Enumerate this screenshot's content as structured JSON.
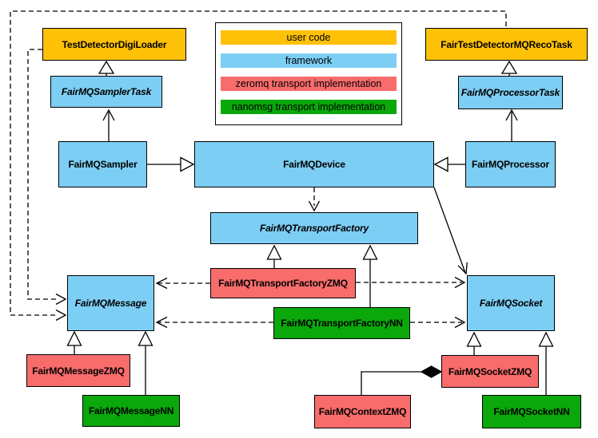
{
  "colors": {
    "user_code": "#FFC107",
    "framework": "#7DCEF4",
    "zeromq": "#F96C6C",
    "nanomsg": "#0AA80A"
  },
  "legend": {
    "items": [
      {
        "label": "user code",
        "category": "user_code"
      },
      {
        "label": "framework",
        "category": "framework"
      },
      {
        "label": "zeromq transport implementation",
        "category": "zeromq"
      },
      {
        "label": "nanomsg transport implementation",
        "category": "nanomsg"
      }
    ]
  },
  "nodes": {
    "test_detector_digi_loader": {
      "label": "TestDetectorDigiLoader",
      "category": "user_code",
      "abstract": false
    },
    "fair_test_detector_mq_reco_task": {
      "label": "FairTestDetectorMQRecoTask",
      "category": "user_code",
      "abstract": false
    },
    "fairmq_sampler_task": {
      "label": "FairMQSamplerTask",
      "category": "framework",
      "abstract": true
    },
    "fairmq_processor_task": {
      "label": "FairMQProcessorTask",
      "category": "framework",
      "abstract": true
    },
    "fairmq_sampler": {
      "label": "FairMQSampler",
      "category": "framework",
      "abstract": false
    },
    "fairmq_device": {
      "label": "FairMQDevice",
      "category": "framework",
      "abstract": false
    },
    "fairmq_processor": {
      "label": "FairMQProcessor",
      "category": "framework",
      "abstract": false
    },
    "fairmq_transport_factory": {
      "label": "FairMQTransportFactory",
      "category": "framework",
      "abstract": true
    },
    "fairmq_transport_factory_zmq": {
      "label": "FairMQTransportFactoryZMQ",
      "category": "zeromq",
      "abstract": false
    },
    "fairmq_transport_factory_nn": {
      "label": "FairMQTransportFactoryNN",
      "category": "nanomsg",
      "abstract": false
    },
    "fairmq_message": {
      "label": "FairMQMessage",
      "category": "framework",
      "abstract": true
    },
    "fairmq_socket": {
      "label": "FairMQSocket",
      "category": "framework",
      "abstract": true
    },
    "fairmq_message_zmq": {
      "label": "FairMQMessageZMQ",
      "category": "zeromq",
      "abstract": false
    },
    "fairmq_message_nn": {
      "label": "FairMQMessageNN",
      "category": "nanomsg",
      "abstract": false
    },
    "fairmq_context_zmq": {
      "label": "FairMQContextZMQ",
      "category": "zeromq",
      "abstract": false
    },
    "fairmq_socket_zmq": {
      "label": "FairMQSocketZMQ",
      "category": "zeromq",
      "abstract": false
    },
    "fairmq_socket_nn": {
      "label": "FairMQSocketNN",
      "category": "nanomsg",
      "abstract": false
    }
  },
  "edges": [
    {
      "from": "FairMQSamplerTask",
      "to": "TestDetectorDigiLoader",
      "type": "inheritance"
    },
    {
      "from": "FairMQProcessorTask",
      "to": "FairTestDetectorMQRecoTask",
      "type": "inheritance"
    },
    {
      "from": "FairMQSampler",
      "to": "FairMQDevice",
      "type": "inheritance"
    },
    {
      "from": "FairMQProcessor",
      "to": "FairMQDevice",
      "type": "inheritance"
    },
    {
      "from": "FairMQSampler",
      "to": "FairMQSamplerTask",
      "type": "association"
    },
    {
      "from": "FairMQProcessor",
      "to": "FairMQProcessorTask",
      "type": "association"
    },
    {
      "from": "FairMQDevice",
      "to": "FairMQTransportFactory",
      "type": "dependency"
    },
    {
      "from": "FairMQDevice",
      "to": "FairMQSocket",
      "type": "association"
    },
    {
      "from": "TestDetectorDigiLoader",
      "to": "FairMQMessage",
      "type": "dependency"
    },
    {
      "from": "FairTestDetectorMQRecoTask",
      "to": "FairMQMessage",
      "type": "dependency"
    },
    {
      "from": "FairMQTransportFactoryZMQ",
      "to": "FairMQTransportFactory",
      "type": "inheritance"
    },
    {
      "from": "FairMQTransportFactoryNN",
      "to": "FairMQTransportFactory",
      "type": "inheritance"
    },
    {
      "from": "FairMQTransportFactoryZMQ",
      "to": "FairMQMessage",
      "type": "dependency"
    },
    {
      "from": "FairMQTransportFactoryZMQ",
      "to": "FairMQSocket",
      "type": "dependency"
    },
    {
      "from": "FairMQTransportFactoryNN",
      "to": "FairMQMessage",
      "type": "dependency"
    },
    {
      "from": "FairMQTransportFactoryNN",
      "to": "FairMQSocket",
      "type": "dependency"
    },
    {
      "from": "FairMQMessageZMQ",
      "to": "FairMQMessage",
      "type": "inheritance"
    },
    {
      "from": "FairMQMessageNN",
      "to": "FairMQMessage",
      "type": "inheritance"
    },
    {
      "from": "FairMQSocketZMQ",
      "to": "FairMQSocket",
      "type": "inheritance"
    },
    {
      "from": "FairMQSocketNN",
      "to": "FairMQSocket",
      "type": "inheritance"
    },
    {
      "from": "FairMQContextZMQ",
      "to": "FairMQSocketZMQ",
      "type": "aggregation"
    }
  ]
}
